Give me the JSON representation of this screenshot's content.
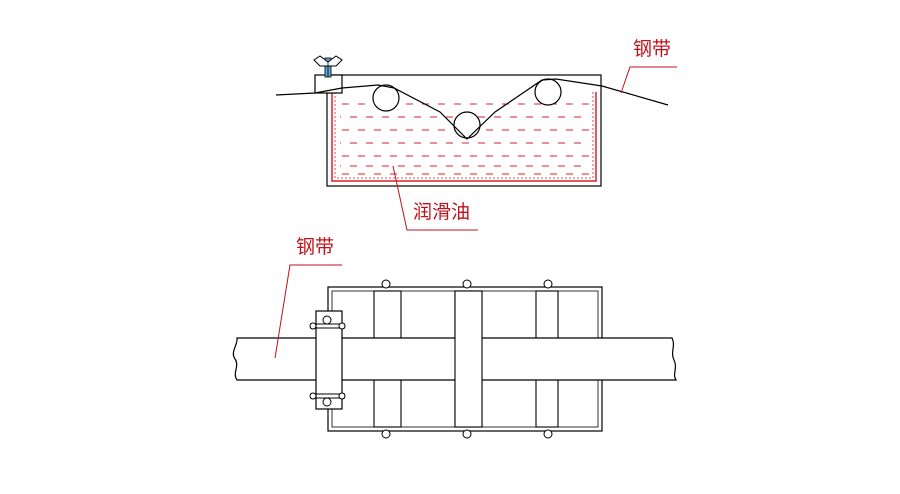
{
  "labels": {
    "steel_strip_top": "钢带",
    "lubricating_oil": "润滑油",
    "steel_strip_bottom": "钢带"
  },
  "colors": {
    "line": "#000000",
    "annotation": "#c0121c",
    "oil": "#d8202a",
    "wingnut": "#5aa8d8"
  }
}
